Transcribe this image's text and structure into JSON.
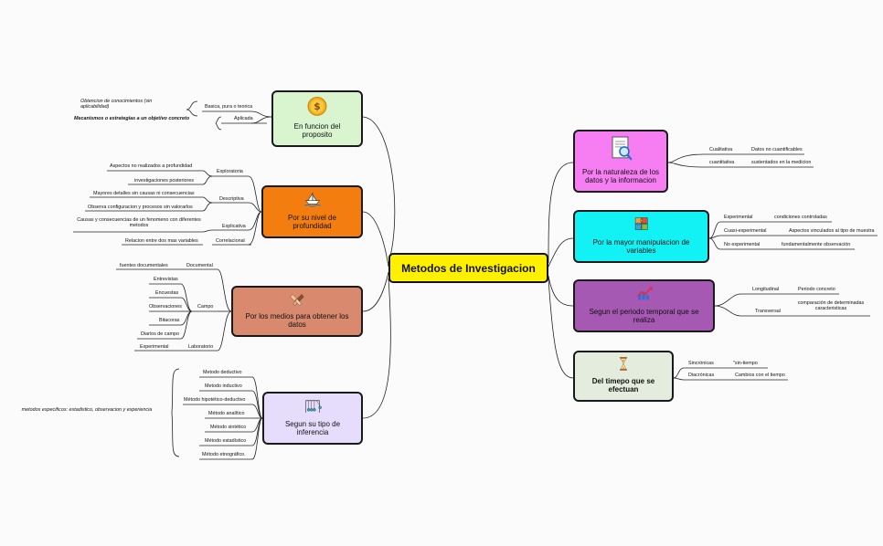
{
  "central": "Metodos de Investigacion",
  "proposito": {
    "label": "En funcion del proposito",
    "items": [
      "Basica, pura o teorica",
      "Aplicada"
    ],
    "details": [
      "Obtencion de conocimientos (sin aplicabilidad)",
      "Mecanismos o estrategias a un objetivo concreto"
    ]
  },
  "profundidad": {
    "label": "Por su nivel de profundidad",
    "items": [
      "Exploratoria",
      "Descriptiva",
      "Explicativa",
      "Correlacional"
    ],
    "details": [
      "Aspectos no realizados a profundidad",
      "investigaciones posteriores",
      "Mayores detalles sin causas ni consecuencias",
      "Observa configuracion  y procesos sin valorarlos",
      "Causas y consecuencias de un fenomeno con diferentes metodos",
      "Relacion entre dos mas variables"
    ]
  },
  "medios": {
    "label": "Por los medios para obtener los datos",
    "items": [
      "Documental",
      "Campo",
      "Laboratorio"
    ],
    "details": [
      "fuentes documentales",
      "Entrevistas",
      "Encuestas",
      "Observaciones",
      "Bitacoras",
      "Diarios de campo",
      "Experimental"
    ]
  },
  "inferencia": {
    "label": "Segun su tipo de inferencia",
    "items": [
      "Metodo deductivo",
      "Metodo inductivo",
      "Método hipotético-deductivo",
      "Método analítico",
      "Método sintético",
      "Método estadístico",
      "Método etnográfico."
    ],
    "note": "metodos especificos:  estadistico, observacion y experiencia"
  },
  "naturaleza": {
    "label": "Por la naturaleza de los datos y la informacion",
    "items": [
      "Cualitativa",
      "cuantitativa"
    ],
    "details": [
      "Datos no cuantificables",
      "sustentados en la medicion"
    ]
  },
  "manipulacion": {
    "label": "Por la mayor manipulacion de variables",
    "items": [
      "Experimental",
      "Cuasi-experimental",
      "No experimental"
    ],
    "details": [
      "condiciones controladas",
      "Aspectos vinculados al tipo de muestra",
      "fundamentalmente observación"
    ]
  },
  "temporal": {
    "label": "Segun el periodo temporal que se realiza",
    "items": [
      "Longitudinal",
      "Transversal"
    ],
    "details": [
      "Periodo concreto",
      "comparación de determinadas caracteristicas"
    ]
  },
  "tiempo": {
    "label": "Del timepo que se efectuan",
    "items": [
      "Sincrónicas",
      "Diacrónicas"
    ],
    "details": [
      "\"sin-tiempo",
      "Cambios con el tiempo"
    ]
  },
  "colors": {
    "proposito": "#d8f5d0",
    "profundidad": "#f47d10",
    "medios": "#d98a6e",
    "inferencia": "#e6dcfb",
    "naturaleza": "#f77ef2",
    "manipulacion": "#12f1f4",
    "temporal": "#a659b3",
    "tiempo": "#e4ecdd"
  },
  "icons": {
    "proposito": "dollar-coin-icon",
    "profundidad": "paper-boat-icon",
    "medios": "hands-together-icon",
    "inferencia": "newtons-cradle-icon",
    "naturaleza": "document-search-icon",
    "manipulacion": "puzzle-icon",
    "temporal": "trend-chart-icon",
    "tiempo": "hourglass-icon"
  }
}
